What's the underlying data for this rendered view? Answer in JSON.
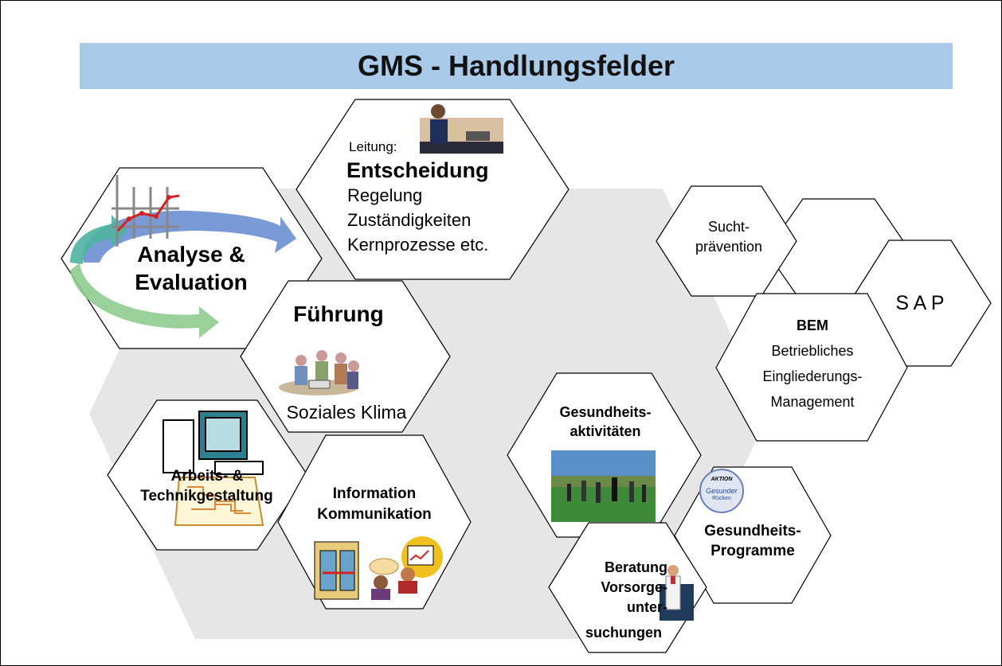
{
  "title": "GMS - Handlungsfelder",
  "hexagons": {
    "leitung": {
      "prefix": "Leitung:",
      "heading": "Entscheidung",
      "lines": [
        "Regelung",
        "Zuständigkeiten",
        "Kernprozesse etc."
      ]
    },
    "analyse": {
      "line1": "Analyse &",
      "line2": "Evaluation"
    },
    "fuehrung": {
      "heading": "Führung",
      "sub": "Soziales Klima"
    },
    "arbeit": {
      "line1": "Arbeits- &",
      "line2": "Technikgestaltung"
    },
    "information": {
      "line1": "Information",
      "line2": "Kommunikation"
    },
    "aktivitaeten": {
      "line1": "Gesundheits-",
      "line2": "aktivitäten"
    },
    "programme": {
      "line1": "Gesundheits-",
      "line2": "Programme",
      "badge_top": "AKTION",
      "badge_mid": "Gesunder",
      "badge_bot": "Rücken"
    },
    "beratung": {
      "line1": "Beratung",
      "line2": "Vorsorge-",
      "line3": "unter-",
      "line4": "suchungen"
    },
    "sucht": {
      "line1": "Sucht-",
      "line2": "prävention"
    },
    "sap": {
      "label": "S A P"
    },
    "bem": {
      "heading": "BEM",
      "line1": "Betriebliches",
      "line2": "Eingliederungs-",
      "line3": "Management"
    }
  },
  "colors": {
    "banner": "#a9cbe9",
    "background_hex": "#e6e6e6",
    "stroke": "#000000"
  }
}
